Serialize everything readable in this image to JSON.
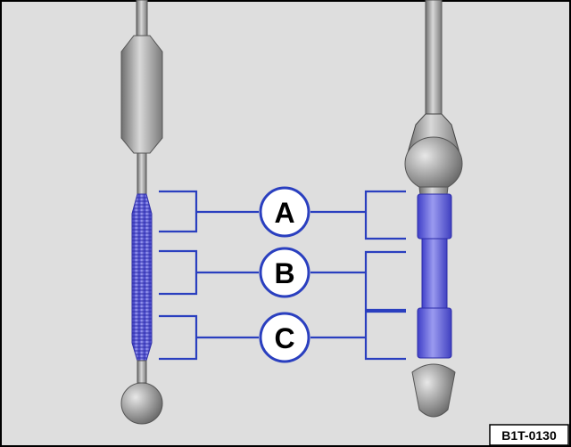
{
  "figure": {
    "labels": [
      {
        "id": "A",
        "text": "A"
      },
      {
        "id": "B",
        "text": "B"
      },
      {
        "id": "C",
        "text": "C"
      }
    ],
    "reference_code": "B1T-0130",
    "colors": {
      "background": "#dedede",
      "border": "#000000",
      "leader_line": "#2a3fbf",
      "highlight_zone": "#6f6fe8",
      "rod_gray": "#a9a9a9"
    }
  }
}
